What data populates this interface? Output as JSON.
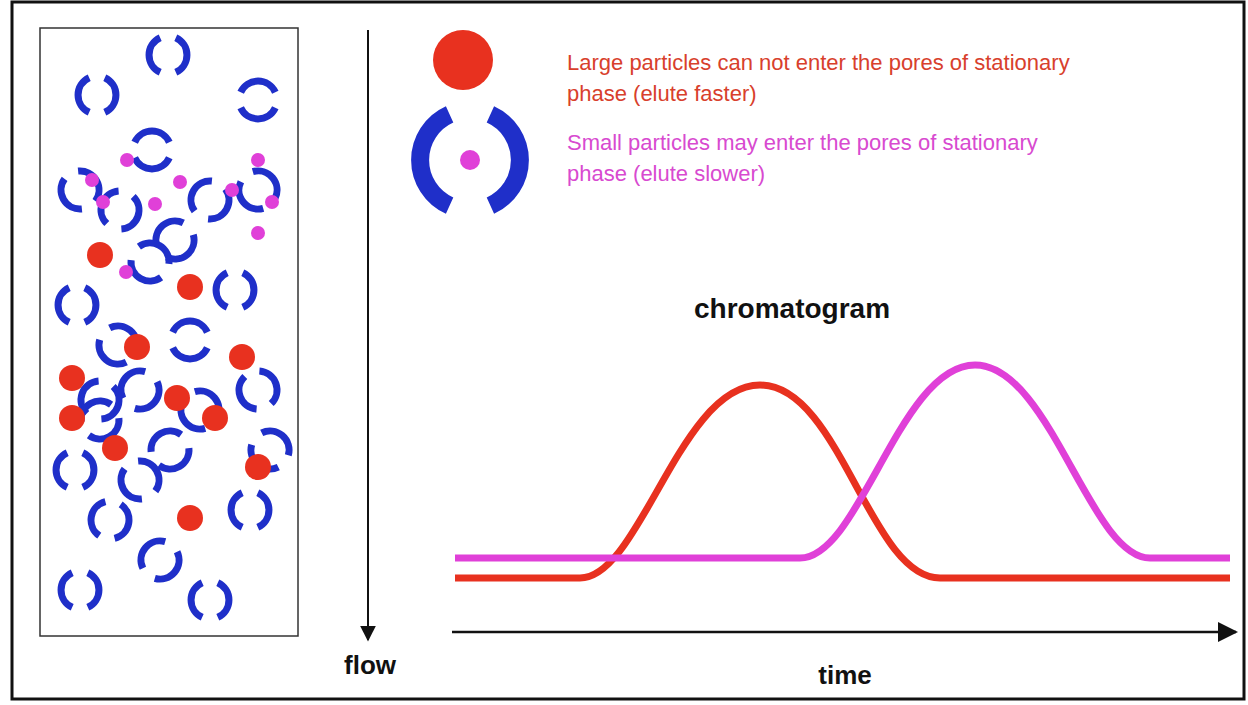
{
  "diagram": {
    "labels": [
      "Large particles can not enter the pores of stationary phase (elute faster)",
      "Small particles may enter the pores of stationary phase (elute slower)",
      "chromatogram",
      "flow",
      "time"
    ]
  }
}
